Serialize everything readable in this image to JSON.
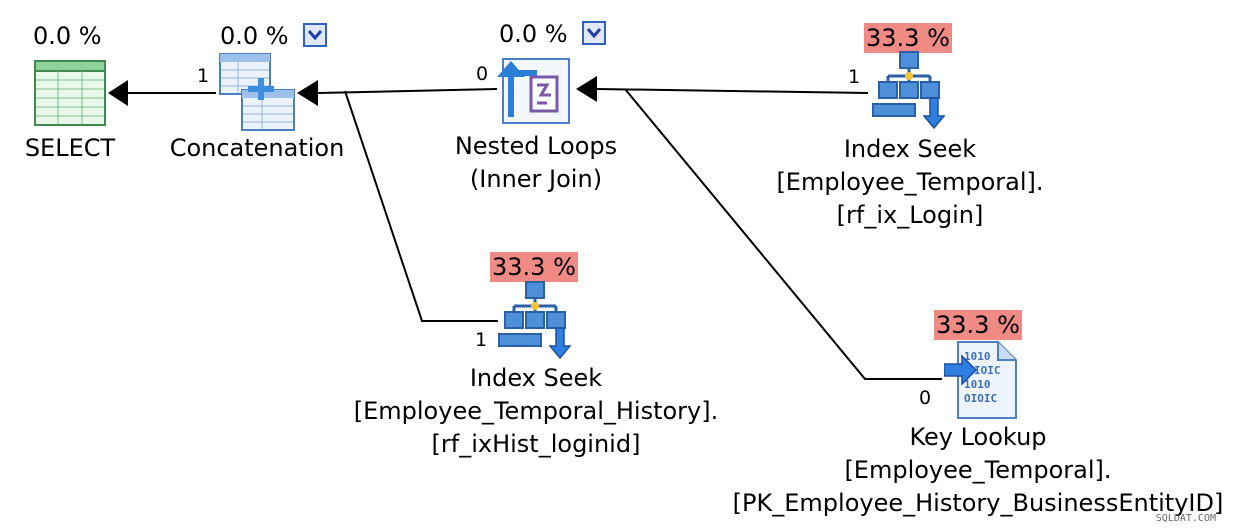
{
  "plan": {
    "select": {
      "cost": "0.0 %",
      "name": "SELECT"
    },
    "concatenation": {
      "cost": "0.0 %",
      "name": "Concatenation"
    },
    "nested_loops": {
      "cost": "0.0 %",
      "name": "Nested Loops",
      "subtitle": "(Inner Join)"
    },
    "index_seek_login": {
      "cost": "33.3 %",
      "name": "Index Seek",
      "object_line1": "[Employee_Temporal].",
      "object_line2": "[rf_ix_Login]"
    },
    "index_seek_history": {
      "cost": "33.3 %",
      "name": "Index Seek",
      "object_line1": "[Employee_Temporal_History].",
      "object_line2": "[rf_ixHist_loginid]"
    },
    "key_lookup": {
      "cost": "33.3 %",
      "name": "Key Lookup",
      "object_line1": "[Employee_Temporal].",
      "object_line2": "[PK_Employee_History_BusinessEntityID]"
    }
  },
  "row_counts": {
    "concat_to_select": "1",
    "nested_to_concat": "0",
    "history_to_concat": "1",
    "login_to_nested": "1",
    "lookup_to_nested": "0"
  },
  "icons": {
    "select": "select-table-icon",
    "concatenation": "concatenation-icon",
    "nested_loops": "nested-loops-icon",
    "index_seek": "index-seek-icon",
    "key_lookup": "key-lookup-icon",
    "expand": "chevron-down-icon"
  },
  "colors": {
    "high_cost_highlight": "#f08a85",
    "expand_button_border": "#2f5fbf"
  },
  "watermark": "SQLDAT.COM"
}
